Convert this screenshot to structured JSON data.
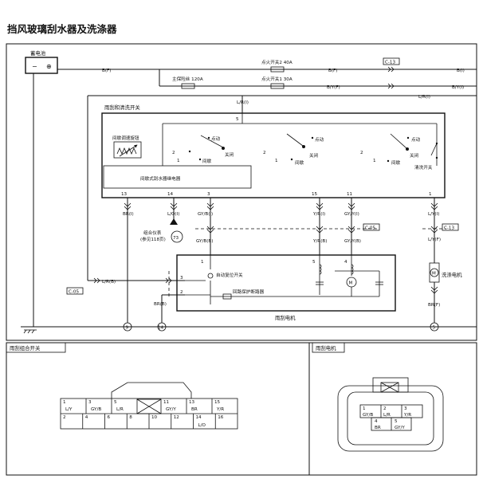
{
  "title": "挡风玻璃刮水器及洗涤器",
  "battery": {
    "label": "蓄电池"
  },
  "fuses": {
    "ig2": "点火开关2 40A",
    "main": "主保险丝 120A",
    "ig1": "点火开关1 30A"
  },
  "connectors": {
    "c13": "C-13",
    "c05": "C-05"
  },
  "wire_colors": {
    "bf": "B(F)",
    "byf": "B/Y(F)",
    "lri": "L/R(I)",
    "bi": "B(I)",
    "byi": "B/Y(I)",
    "lrb": "L/R(B)",
    "bri": "BR(I)",
    "loi": "L/O(I)",
    "gybi": "GY/B(I)",
    "yri": "Y/R(I)",
    "gyyi": "GY/Y(I)",
    "lyi": "L/Y(I)",
    "gybb": "GY/B(B)",
    "yrb": "Y/R(B)",
    "gyyb": "GY/Y(B)",
    "lyf": "L/Y(F)",
    "brb": "BR(B)",
    "brf": "BR(F)"
  },
  "switch_box": {
    "label": "雨刮和清洗开关",
    "knob": "间歇调速旋钮",
    "relay": "间歇式刮水器继电器",
    "tap": "点动",
    "off": "关闭",
    "intermittent": "间歇",
    "washer_switch": "清洗开关",
    "pin_top": "5",
    "pins": [
      "13",
      "14",
      "3",
      "15",
      "11",
      "1"
    ],
    "inner_nums": [
      "2",
      "1",
      "2",
      "1",
      "2",
      "1"
    ]
  },
  "cluster": {
    "number": "73",
    "note_line1": "组合仪表",
    "note_line2": "(参见118页)"
  },
  "motor_box": {
    "label": "雨刮电机",
    "auto_park": "自动复位开关",
    "breaker": "回路保护断路器",
    "pins": [
      "1",
      "3",
      "2",
      "5",
      "4"
    ]
  },
  "washer_motor": {
    "label": "洗涤电机"
  },
  "grounds": [
    "9",
    "14",
    "5"
  ],
  "panel_left": {
    "title": "雨刮组合开关",
    "top_row": [
      {
        "num": "1",
        "code": "L/Y"
      },
      {
        "num": "3",
        "code": "GY/B"
      },
      {
        "num": "5",
        "code": "L/R"
      },
      {
        "num": "",
        "code": ""
      },
      {
        "num": "11",
        "code": "GY/Y"
      },
      {
        "num": "13",
        "code": "BR"
      },
      {
        "num": "15",
        "code": "Y/R"
      }
    ],
    "bottom_row": [
      {
        "num": "2",
        "code": ""
      },
      {
        "num": "4",
        "code": ""
      },
      {
        "num": "6",
        "code": ""
      },
      {
        "num": "8",
        "code": ""
      },
      {
        "num": "10",
        "code": ""
      },
      {
        "num": "12",
        "code": ""
      },
      {
        "num": "14",
        "code": "L/O"
      },
      {
        "num": "16",
        "code": ""
      }
    ]
  },
  "panel_right": {
    "title": "雨刮电机",
    "top_row": [
      {
        "num": "1",
        "code": "GY/B"
      },
      {
        "num": "2",
        "code": "L/R"
      },
      {
        "num": "3",
        "code": "Y/R"
      }
    ],
    "bottom_row": [
      {
        "num": "4",
        "code": "BR"
      },
      {
        "num": "5",
        "code": "GY/Y"
      }
    ]
  }
}
